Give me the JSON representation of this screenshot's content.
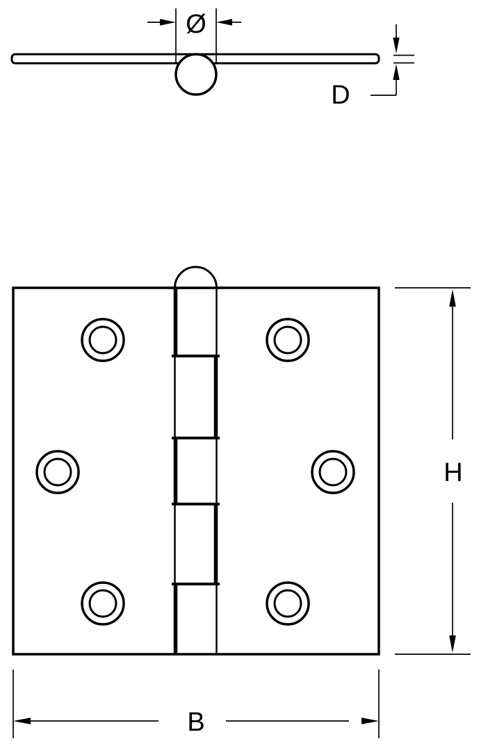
{
  "colors": {
    "background": "#ffffff",
    "line": "#000000"
  },
  "drawing": {
    "kind": "technical-dimension-drawing",
    "subject": "butt-hinge",
    "labels": {
      "pin_diameter": "Ø",
      "leaf_thickness": "D",
      "height": "H",
      "width": "B"
    },
    "front_view": {
      "screw_hole_count": 6,
      "knuckle_segment_count": 5
    }
  }
}
